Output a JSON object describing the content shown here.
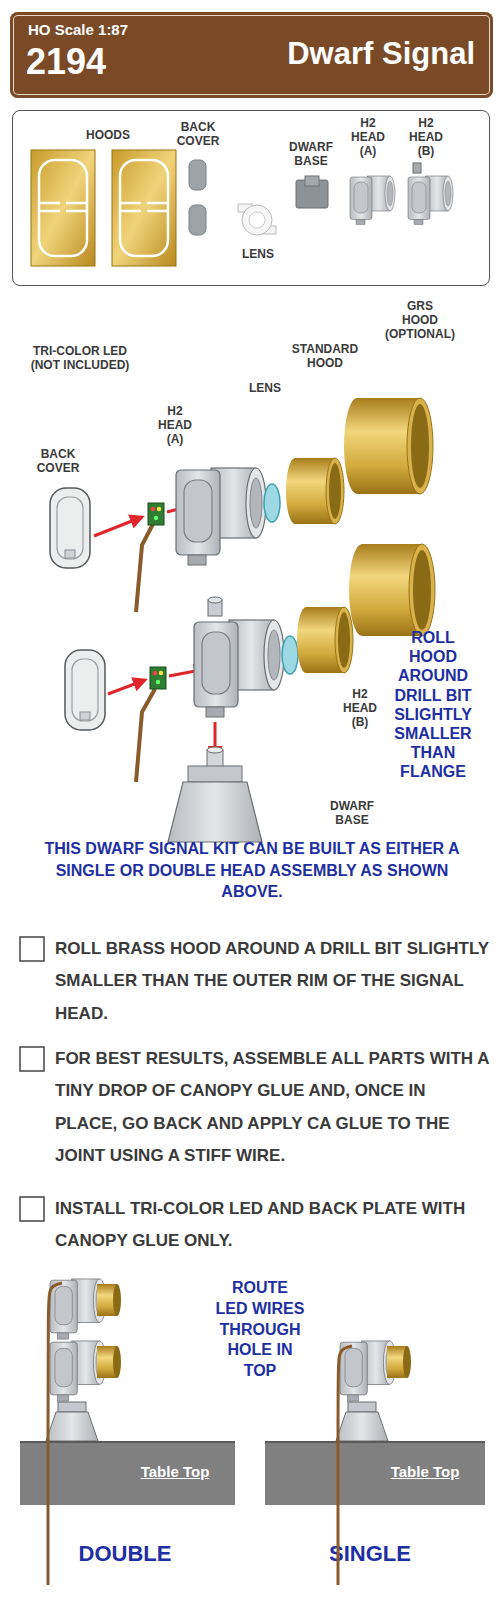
{
  "diagram": {
    "nodes": [
      {
        "text": [
          "HO Scale 1:87",
          "2194",
          "Dwarf Signal"
        ]
      },
      {
        "text": [
          "HOODS",
          "BACK COVER",
          "DWARF BASE",
          "H2 HEAD (A)",
          "H2 HEAD (B)",
          "LENS"
        ]
      },
      {
        "text": [
          "Table Top"
        ]
      },
      {
        "text": [
          "Table Top"
        ]
      }
    ],
    "labels": [
      "GRS HOOD (OPTIONAL)",
      "STANDARD HOOD",
      "TRI-COLOR LED (NOT INCLUDED)",
      "LENS",
      "H2 HEAD (A)",
      "BACK COVER",
      "ROLL HOOD AROUND DRILL BIT SLIGHTLY SMALLER THAN FLANGE",
      "H2 HEAD (B)",
      "DWARF BASE",
      "THIS DWARF SIGNAL KIT CAN BE BUILT AS EITHER A SINGLE OR DOUBLE HEAD ASSEMBLY AS SHOWN ABOVE.",
      "ROLL BRASS HOOD AROUND A DRILL BIT SLIGHTLY SMALLER THAN THE OUTER RIM OF THE SIGNAL HEAD.",
      "FOR BEST RESULTS, ASSEMBLE ALL PARTS WITH A TINY DROP OF CANOPY GLUE AND, ONCE IN PLACE, GO BACK AND APPLY CA GLUE TO THE JOINT USING A STIFF WIRE.",
      "INSTALL TRI-COLOR LED AND BACK PLATE WITH CANOPY GLUE ONLY.",
      "ROUTE LED WIRES THROUGH HOLE IN TOP",
      "DOUBLE",
      "SINGLE"
    ]
  }
}
